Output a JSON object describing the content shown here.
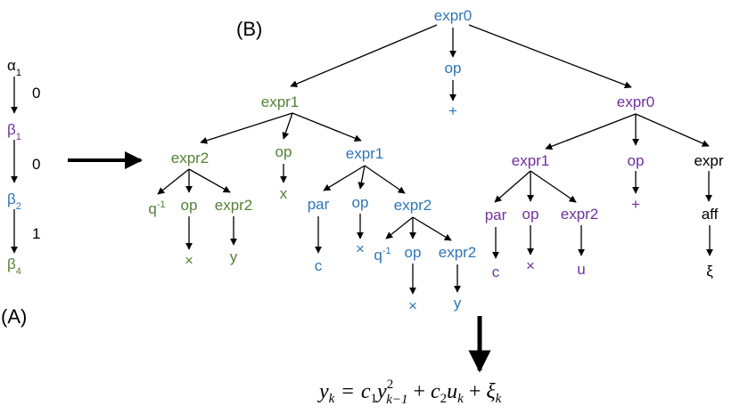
{
  "colors": {
    "blue": "#2e75b6",
    "green": "#548235",
    "purple": "#7030a0",
    "black": "#000000"
  },
  "panel_a": {
    "label": "(A)",
    "nodes": [
      {
        "id": "a1",
        "base": "α",
        "sub": "1",
        "color": "black"
      },
      {
        "id": "b1",
        "base": "β",
        "sub": "1",
        "color": "purple"
      },
      {
        "id": "b2",
        "base": "β",
        "sub": "2",
        "color": "blue"
      },
      {
        "id": "b4",
        "base": "β",
        "sub": "4",
        "color": "green"
      }
    ],
    "edge_labels": [
      "0",
      "0",
      "1"
    ]
  },
  "panel_b": {
    "label": "(B)",
    "nodes": {
      "root": {
        "text": "expr0",
        "color": "blue"
      },
      "op_plus_root": {
        "text": "op",
        "color": "blue"
      },
      "plus_root": {
        "text": "+",
        "color": "blue"
      },
      "expr1_g": {
        "text": "expr1",
        "color": "green"
      },
      "expr0_p": {
        "text": "expr0",
        "color": "purple"
      },
      "expr2_g": {
        "text": "expr2",
        "color": "green"
      },
      "op_g": {
        "text": "op",
        "color": "green"
      },
      "x_g": {
        "text": "x",
        "color": "green"
      },
      "expr1_b": {
        "text": "expr1",
        "color": "blue"
      },
      "qinv_g": {
        "base": "q",
        "sup": "-1",
        "color": "green"
      },
      "op_g2": {
        "text": "op",
        "color": "green"
      },
      "expr2_g2": {
        "text": "expr2",
        "color": "green"
      },
      "times_g": {
        "text": "×",
        "color": "green"
      },
      "y_g": {
        "text": "y",
        "color": "green"
      },
      "par_b": {
        "text": "par",
        "color": "blue"
      },
      "op_b": {
        "text": "op",
        "color": "blue"
      },
      "expr2_b": {
        "text": "expr2",
        "color": "blue"
      },
      "c_b": {
        "text": "c",
        "color": "blue"
      },
      "times_b": {
        "text": "×",
        "color": "blue"
      },
      "qinv_b": {
        "base": "q",
        "sup": "-1",
        "color": "blue"
      },
      "op_b2": {
        "text": "op",
        "color": "blue"
      },
      "expr2_b2": {
        "text": "expr2",
        "color": "blue"
      },
      "times_b2": {
        "text": "×",
        "color": "blue"
      },
      "y_b": {
        "text": "y",
        "color": "blue"
      },
      "expr1_p": {
        "text": "expr1",
        "color": "purple"
      },
      "op_p": {
        "text": "op",
        "color": "purple"
      },
      "expr_k": {
        "text": "expr",
        "color": "black"
      },
      "par_p": {
        "text": "par",
        "color": "purple"
      },
      "op_p2": {
        "text": "op",
        "color": "purple"
      },
      "expr2_p": {
        "text": "expr2",
        "color": "purple"
      },
      "plus_p": {
        "text": "+",
        "color": "purple"
      },
      "aff_k": {
        "text": "aff",
        "color": "black"
      },
      "c_p": {
        "text": "c",
        "color": "purple"
      },
      "times_p": {
        "text": "×",
        "color": "purple"
      },
      "u_p": {
        "text": "u",
        "color": "purple"
      },
      "xi_k": {
        "text": "ξ",
        "color": "black"
      }
    }
  },
  "equation": {
    "lhs": "y",
    "lhs_sub": "k",
    "eq": "=",
    "c1": "c",
    "c1_sub": "1",
    "y2": "y",
    "y2_sup": "2",
    "y2_sub": "k−1",
    "plus1": "+",
    "c2": "c",
    "c2_sub": "2",
    "u": "u",
    "u_sub": "k",
    "plus2": "+",
    "xi": "ξ",
    "xi_sub": "k"
  }
}
